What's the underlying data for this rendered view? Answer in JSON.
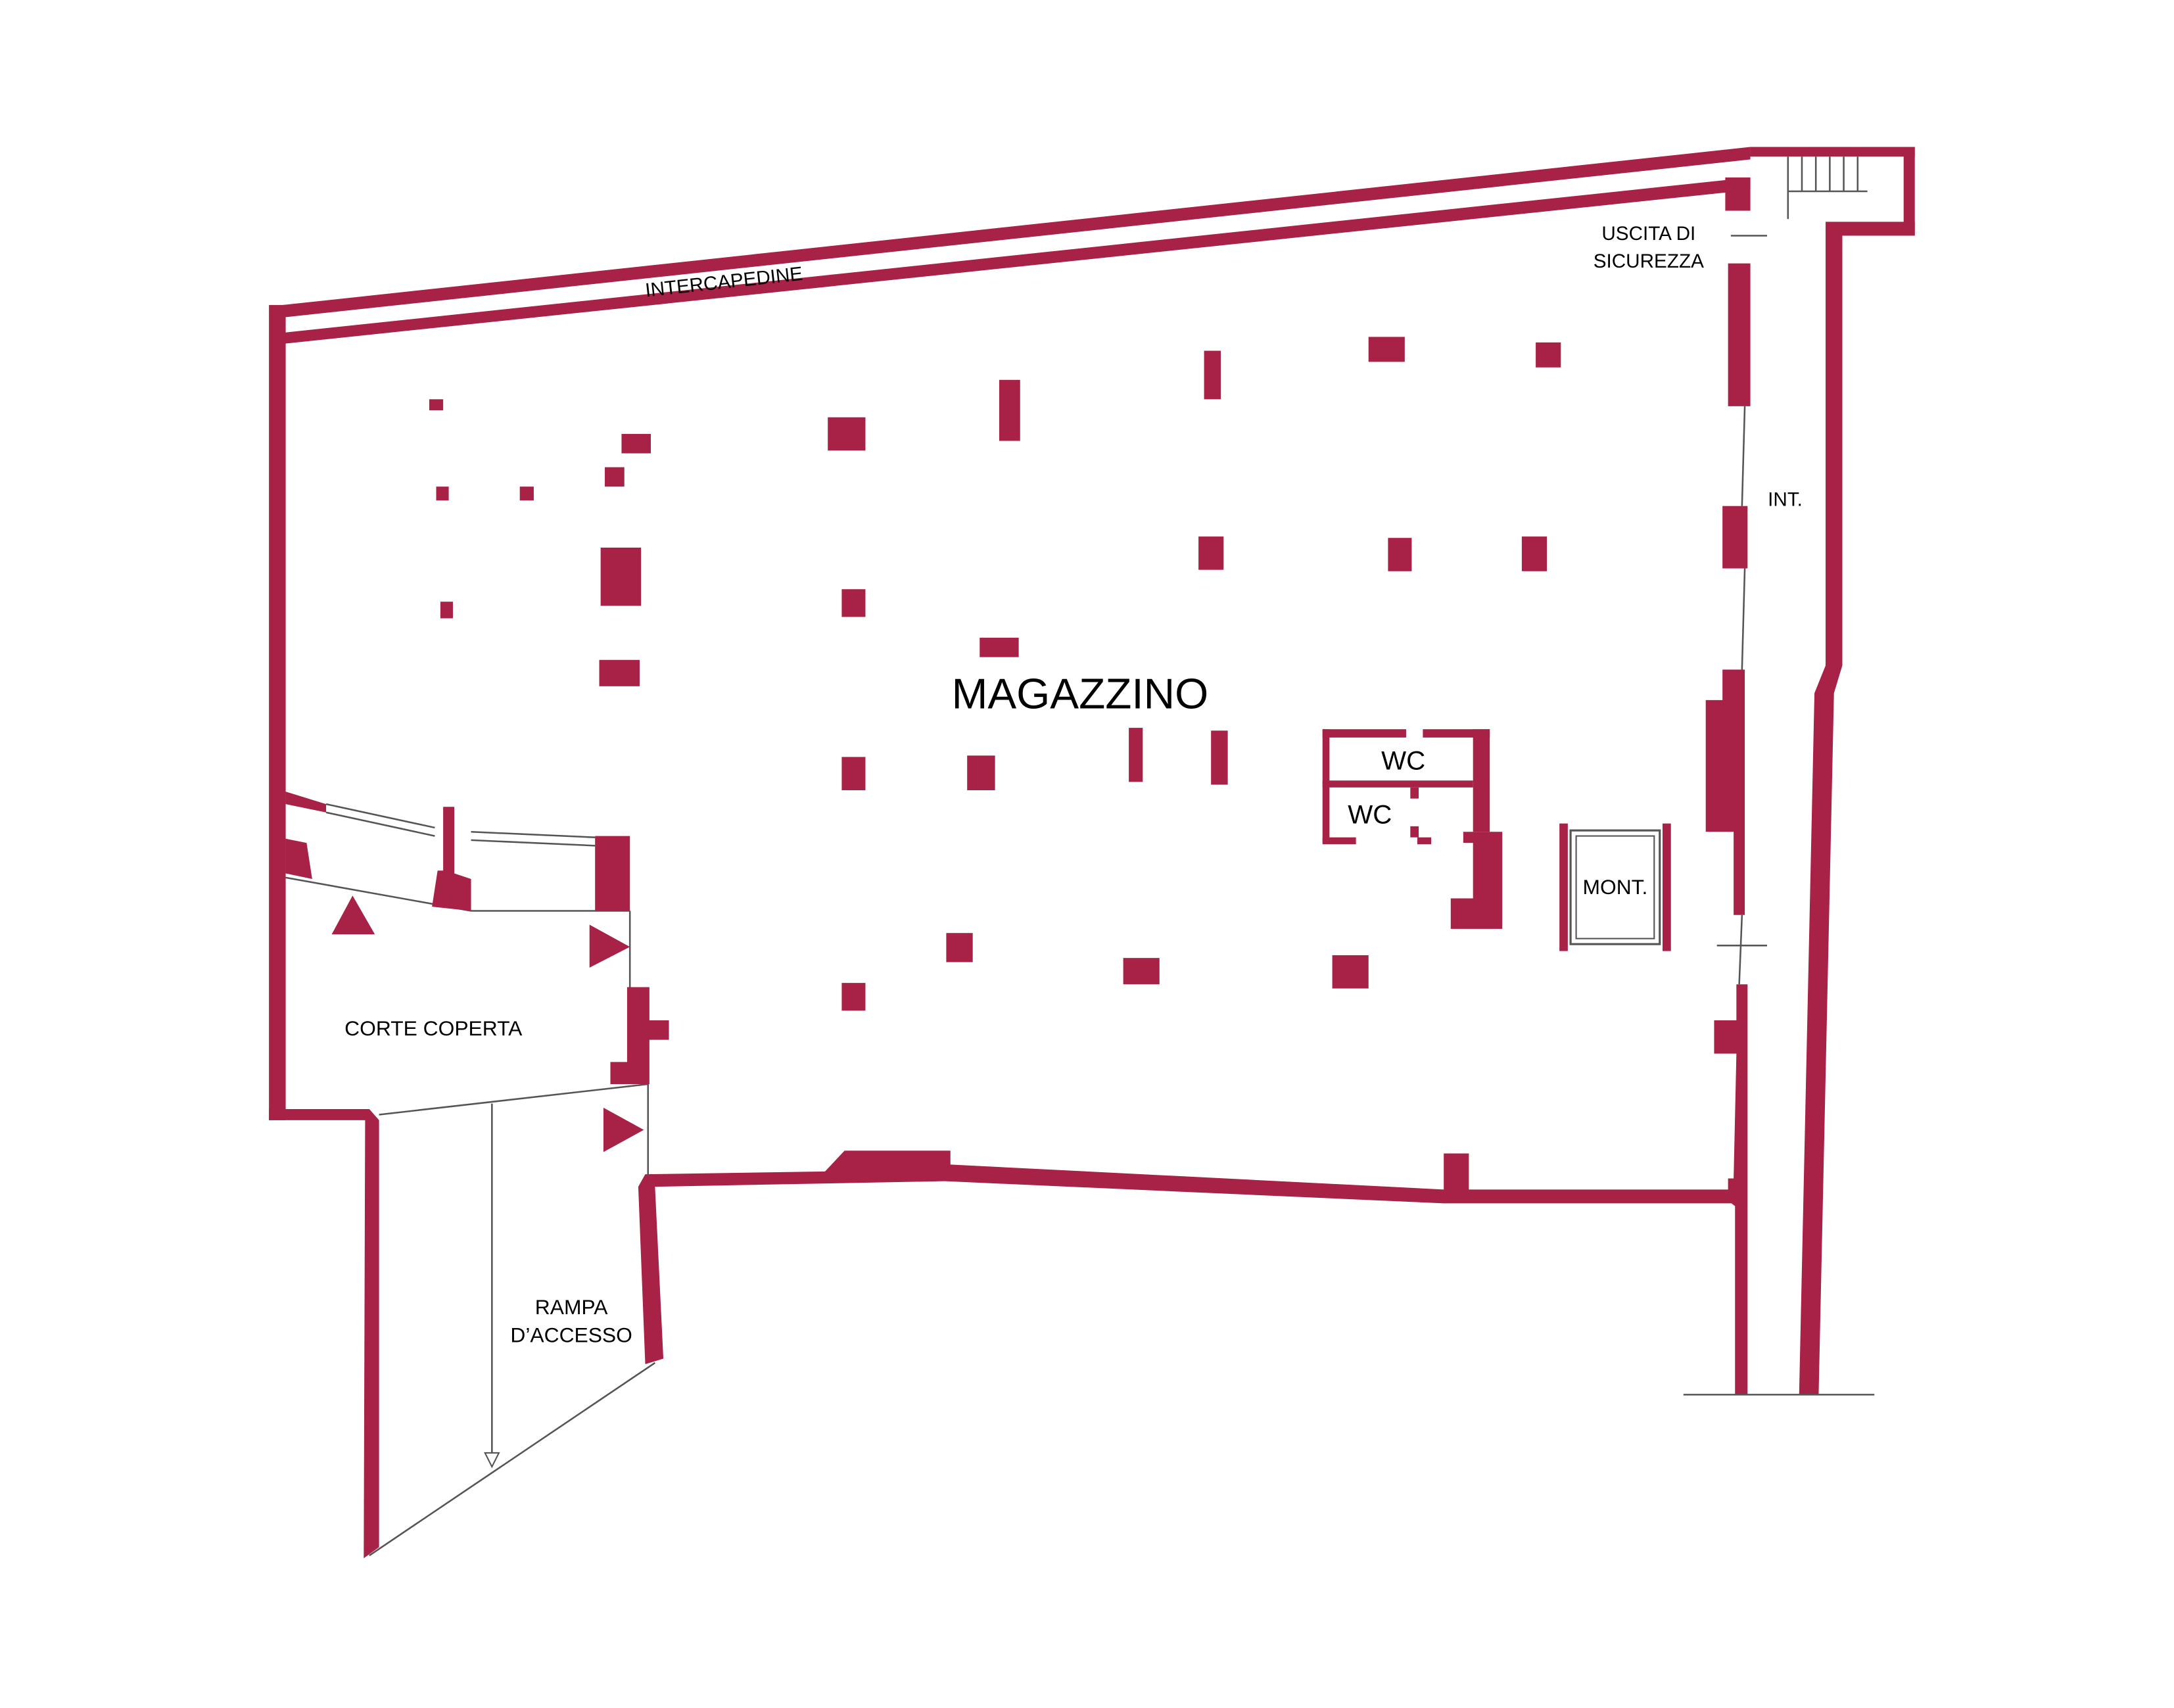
{
  "colors": {
    "wall": "#a82146",
    "line": "#555555",
    "background": "#ffffff",
    "text": "#000000"
  },
  "labels": {
    "intercapedine": "INTERCAPEDINE",
    "uscita_line1": "USCITA DI",
    "uscita_line2": "SICUREZZA",
    "int": "INT.",
    "magazzino": "MAGAZZINO",
    "wc_upper": "WC",
    "wc_lower": "WC",
    "mont": "MONT.",
    "corte_coperta": "CORTE COPERTA",
    "rampa_line1": "RAMPA",
    "rampa_line2": "D’ACCESSO"
  }
}
